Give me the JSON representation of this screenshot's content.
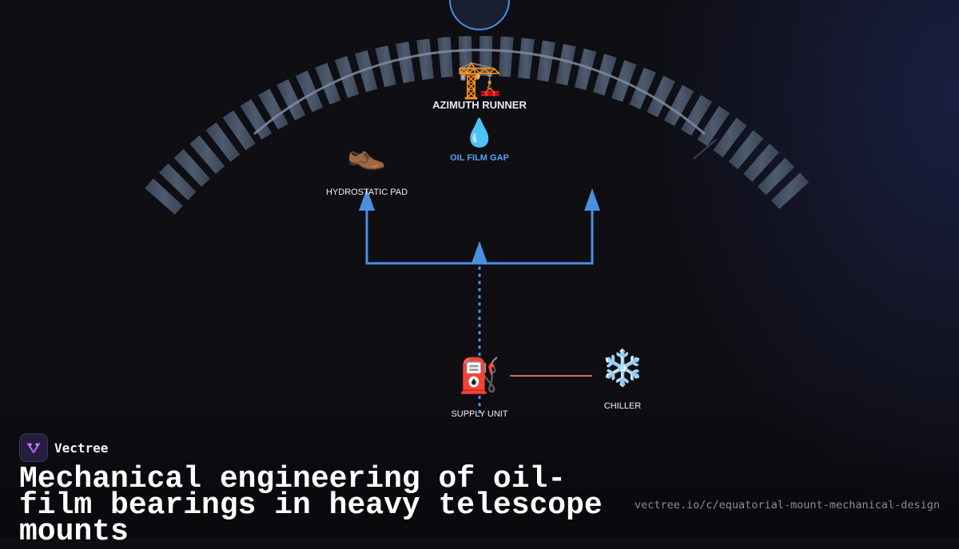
{
  "diagram": {
    "nodes": {
      "runner": {
        "label": "AZIMUTH RUNNER",
        "icon": "construction-crane-icon",
        "glyph": "🏗️"
      },
      "gap": {
        "label": "OIL FILM GAP",
        "icon": "droplet-icon",
        "glyph": "💧"
      },
      "pad": {
        "label": "HYDROSTATIC PAD",
        "icon": "shoe-icon",
        "glyph": "👞"
      },
      "supply": {
        "label": "SUPPLY UNIT",
        "icon": "fuel-pump-icon",
        "glyph": "⛽"
      },
      "chiller": {
        "label": "CHILLER",
        "icon": "snowflake-icon",
        "glyph": "❄️"
      }
    },
    "colors": {
      "flow": "#4a8fe0",
      "coolant_link": "#e06666",
      "ring": "#5a6880",
      "gap_label": "#5aa0f0"
    }
  },
  "brand": {
    "name": "Vectree",
    "icon": "vectree-logo-icon"
  },
  "title": "Mechanical engineering of oil-film bearings in heavy telescope mounts",
  "source_url": "vectree.io/c/equatorial-mount-mechanical-design"
}
